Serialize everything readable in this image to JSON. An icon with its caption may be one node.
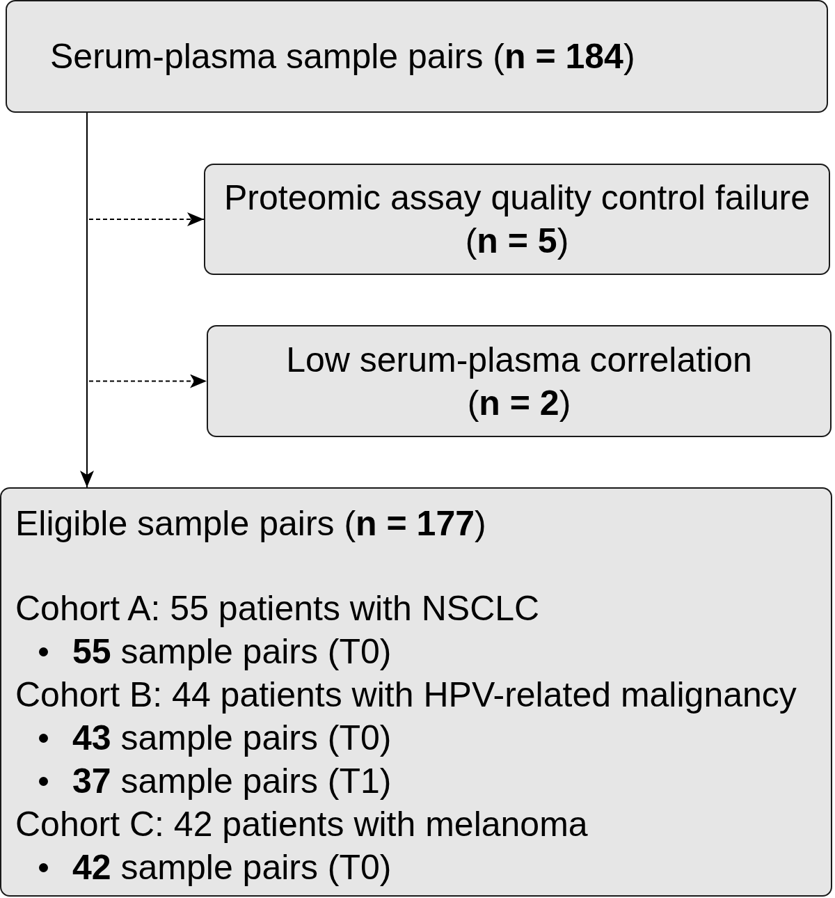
{
  "diagram": {
    "nodes": [
      {
        "text": [
          "Serum-plasma sample pairs (**n = 184**)"
        ]
      },
      {
        "text": [
          "Proteomic assay quality control failure (**n = 5**)"
        ]
      },
      {
        "text": [
          "Low serum-plasma correlation (**n = 2**)"
        ]
      },
      {
        "text": [
          "Eligible sample pairs (**n = 177**)",
          "Cohort A: 55 patients with NSCLC",
          "**55** sample pairs (T0)",
          "Cohort B: 44 patients with HPV-related malignancy",
          "**43** sample pairs (T0)",
          "**37** sample pairs (T1)",
          "Cohort C: 42 patients with melanoma",
          "**42** sample pairs (T0)"
        ]
      }
    ],
    "edges": [
      {
        "from": 0,
        "to": 3,
        "arrow": "to"
      },
      {
        "from": null,
        "to": 1,
        "arrow": "to",
        "style": "dashed"
      },
      {
        "from": null,
        "to": 2,
        "arrow": "to",
        "style": "dashed"
      }
    ]
  }
}
